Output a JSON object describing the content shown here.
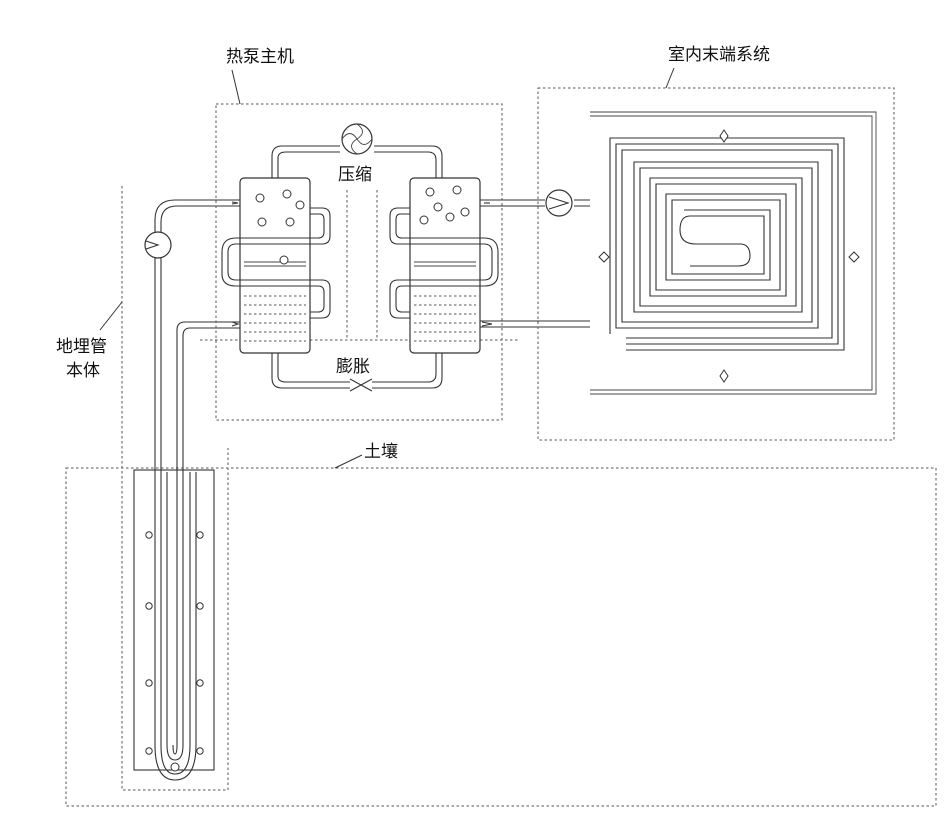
{
  "labels": {
    "heat_pump_host": "热泵主机",
    "indoor_terminal": "室内末端系统",
    "ground_pipe_line1": "地埋管",
    "ground_pipe_line2": "本体",
    "compressor": "压缩",
    "expansion": "膨胀",
    "soil": "土壤"
  }
}
